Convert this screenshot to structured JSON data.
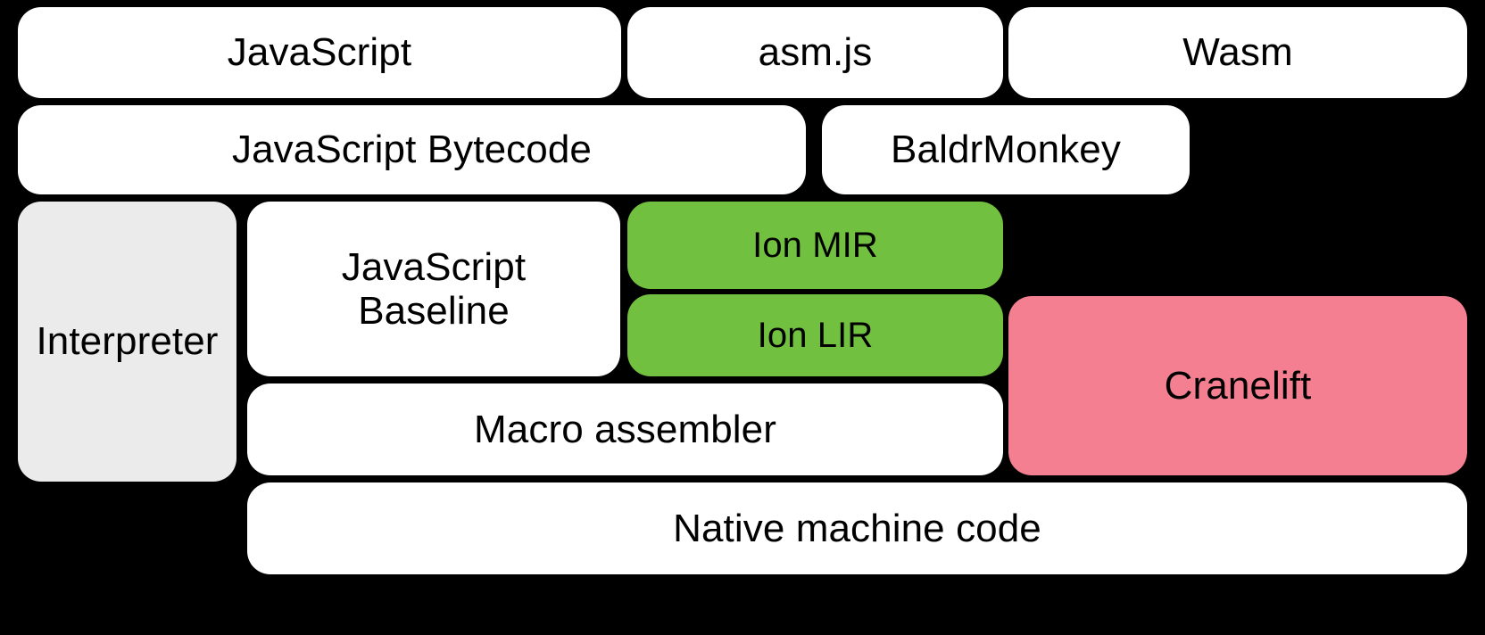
{
  "diagram": {
    "title": "SpiderMonkey compilation pipeline",
    "background_color": "#000000",
    "colors": {
      "white": "#ffffff",
      "gray": "#ebebeb",
      "green": "#72c040",
      "pink": "#f47f90",
      "text": "#000000"
    },
    "rows": [
      {
        "name": "source-languages",
        "boxes": [
          {
            "label": "JavaScript",
            "color": "#ffffff"
          },
          {
            "label": "asm.js",
            "color": "#ffffff"
          },
          {
            "label": "Wasm",
            "color": "#ffffff"
          }
        ]
      },
      {
        "name": "intermediate-front-ends",
        "boxes": [
          {
            "label": "JavaScript Bytecode",
            "color": "#ffffff"
          },
          {
            "label": "BaldrMonkey",
            "color": "#ffffff"
          }
        ]
      },
      {
        "name": "execution-tiers",
        "boxes": [
          {
            "label": "Interpreter",
            "color": "#ebebeb"
          },
          {
            "label": "JavaScript\nBaseline",
            "color": "#ffffff"
          },
          {
            "label": "Ion MIR",
            "color": "#72c040"
          },
          {
            "label": "Ion LIR",
            "color": "#72c040"
          },
          {
            "label": "Cranelift",
            "color": "#f47f90"
          }
        ]
      },
      {
        "name": "code-emission",
        "boxes": [
          {
            "label": "Macro assembler",
            "color": "#ffffff"
          },
          {
            "label": "Native machine code",
            "color": "#ffffff"
          }
        ]
      }
    ],
    "labels": {
      "javascript": "JavaScript",
      "asmjs": "asm.js",
      "wasm": "Wasm",
      "js_bytecode": "JavaScript Bytecode",
      "baldrmonkey": "BaldrMonkey",
      "interpreter": "Interpreter",
      "js_baseline": "JavaScript\nBaseline",
      "ion_mir": "Ion MIR",
      "ion_lir": "Ion LIR",
      "cranelift": "Cranelift",
      "macro_assembler": "Macro assembler",
      "native_code": "Native machine code"
    }
  }
}
